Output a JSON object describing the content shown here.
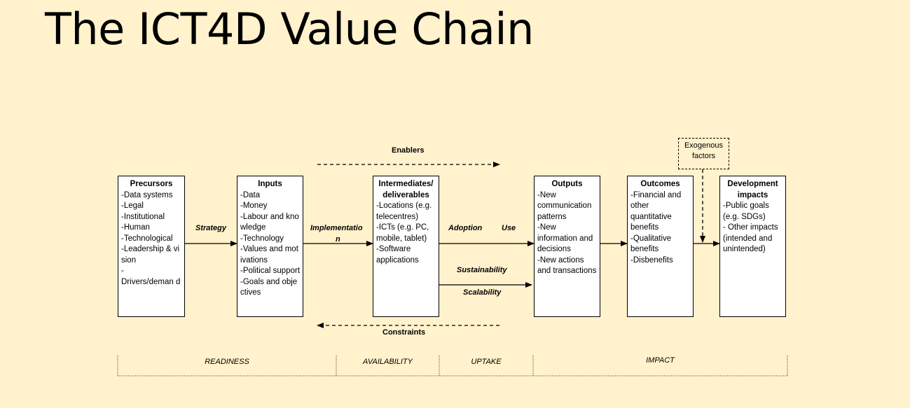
{
  "title": "The ICT4D Value Chain",
  "boxes": {
    "precursors": {
      "heading": [
        "Precursors"
      ],
      "items": [
        "-Data systems",
        "-Legal",
        "-Institutional",
        "-Human",
        "-Technological",
        "-Leadership & vision",
        "-",
        "Drivers/deman d"
      ]
    },
    "inputs": {
      "heading": [
        "Inputs"
      ],
      "items": [
        "-Data",
        "-Money",
        "-Labour and knowledge",
        "-Technology",
        "-Values and motivations",
        "-Political support",
        "-Goals and objectives"
      ]
    },
    "intermediates": {
      "heading": [
        "Intermediates/",
        "deliverables"
      ],
      "items": [
        "-Locations (e.g. telecentres)",
        "-ICTs (e.g. PC, mobile, tablet)",
        "-Software applications"
      ]
    },
    "outputs": {
      "heading": [
        "Outputs"
      ],
      "items": [
        "-New communication patterns",
        "-New information and decisions",
        "-New actions and transactions"
      ]
    },
    "outcomes": {
      "heading": [
        "Outcomes"
      ],
      "items": [
        "-Financial and other quantitative benefits",
        "-Qualitative benefits",
        "-Disbenefits"
      ]
    },
    "impacts": {
      "heading": [
        "Development",
        "impacts"
      ],
      "items": [
        "-Public goals (e.g. SDGs)",
        "- Other impacts (intended and unintended)"
      ]
    }
  },
  "labels": {
    "enablers": "Enablers",
    "constraints": "Constraints",
    "strategy": "Strategy",
    "implementation_1": "Implementatio",
    "implementation_2": "n",
    "adoption": "Adoption",
    "use": "Use",
    "sustainability": "Sustainability",
    "scalability": "Scalability",
    "exogenous_1": "Exogenous",
    "exogenous_2": "factors"
  },
  "stages": {
    "readiness": "READINESS",
    "availability": "AVAILABILITY",
    "uptake": "UPTAKE",
    "impact": "IMPACT"
  }
}
